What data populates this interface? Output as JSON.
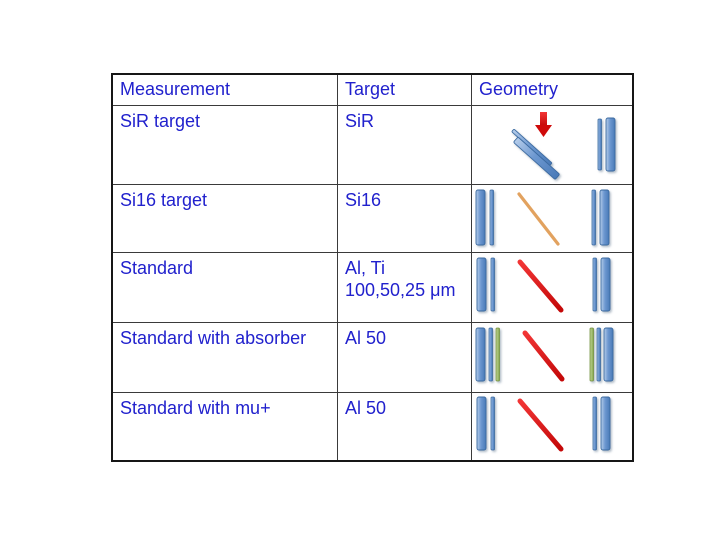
{
  "slide": {
    "background": "#ffffff"
  },
  "colors": {
    "text_blue": "#2121cd",
    "table_border": "#161616",
    "grid_line": "#3a3a3a",
    "detector_bar_blue": "#4f81bd",
    "detector_bar_blue_light": "#aec8e8",
    "absorber_bar_green": "#9bbb59",
    "target_line_red": "#dd1111",
    "target_line_tan": "#e2a25f",
    "beam_arrow_red": "#dd0f0f"
  },
  "table": {
    "headers": [
      "Measurement",
      "Target",
      "Geometry"
    ],
    "rows": [
      {
        "measurement": "SiR target",
        "target": "SiR",
        "target_line2": "",
        "geometry_icon": "tilted-target-slabs-with-beam-arrow-and-detector-pair"
      },
      {
        "measurement": "Si16 target",
        "target": "Si16",
        "target_line2": "",
        "geometry_icon": "detector-pair-tan-diagonal-target-detector-pair"
      },
      {
        "measurement": "Standard",
        "target": "Al, Ti",
        "target_line2": "100,50,25 μm",
        "geometry_icon": "detector-pair-red-diagonal-target-detector-pair"
      },
      {
        "measurement": "Standard with absorber",
        "target": "Al 50",
        "target_line2": "",
        "geometry_icon": "detector-absorber-red-diagonal-target-absorber-detector"
      },
      {
        "measurement": "Standard with mu+",
        "target": "Al 50",
        "target_line2": "",
        "geometry_icon": "detector-pair-red-diagonal-target-detector-pair"
      }
    ]
  }
}
